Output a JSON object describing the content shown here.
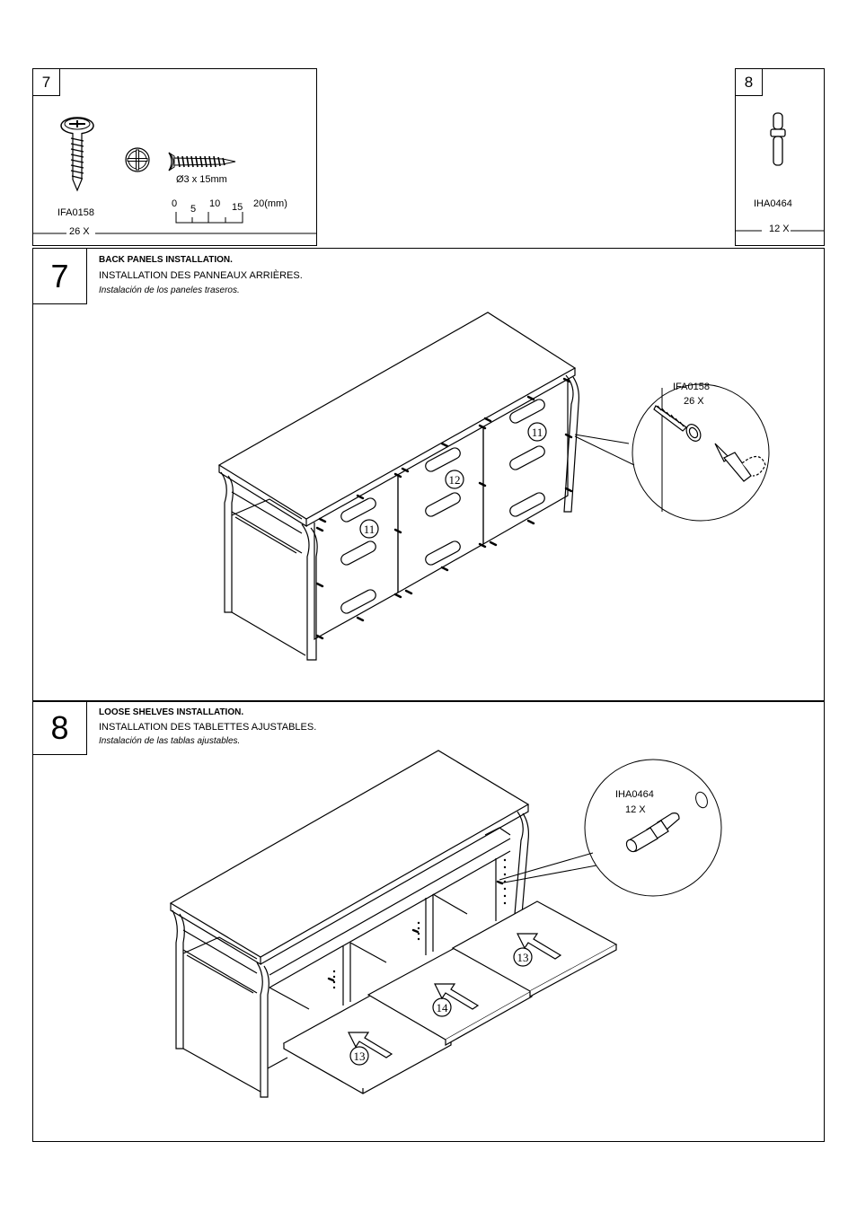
{
  "parts": {
    "screw": {
      "box_number": "7",
      "code": "IFA0158",
      "dimension": "Ø3 x 15mm",
      "quantity": "26 X",
      "scale": {
        "ticks": [
          "0",
          "5",
          "10",
          "15"
        ],
        "end": "20(mm)"
      }
    },
    "dowel": {
      "box_number": "8",
      "code": "IHA0464",
      "quantity": "12 X"
    }
  },
  "steps": [
    {
      "number": "7",
      "title_en": "BACK PANELS INSTALLATION.",
      "title_fr": "INSTALLATION DES PANNEAUX ARRIÈRES.",
      "title_es": "Instalación de los paneles traseros.",
      "callout_code": "IFA0158",
      "callout_qty": "26 X",
      "part_labels": [
        "11",
        "12",
        "11"
      ]
    },
    {
      "number": "8",
      "title_en": "LOOSE SHELVES INSTALLATION.",
      "title_fr": "INSTALLATION DES TABLETTES AJUSTABLES.",
      "title_es": "Instalación de las tablas ajustables.",
      "callout_code": "IHA0464",
      "callout_qty": "12 X",
      "part_labels": [
        "13",
        "14",
        "13"
      ]
    }
  ]
}
